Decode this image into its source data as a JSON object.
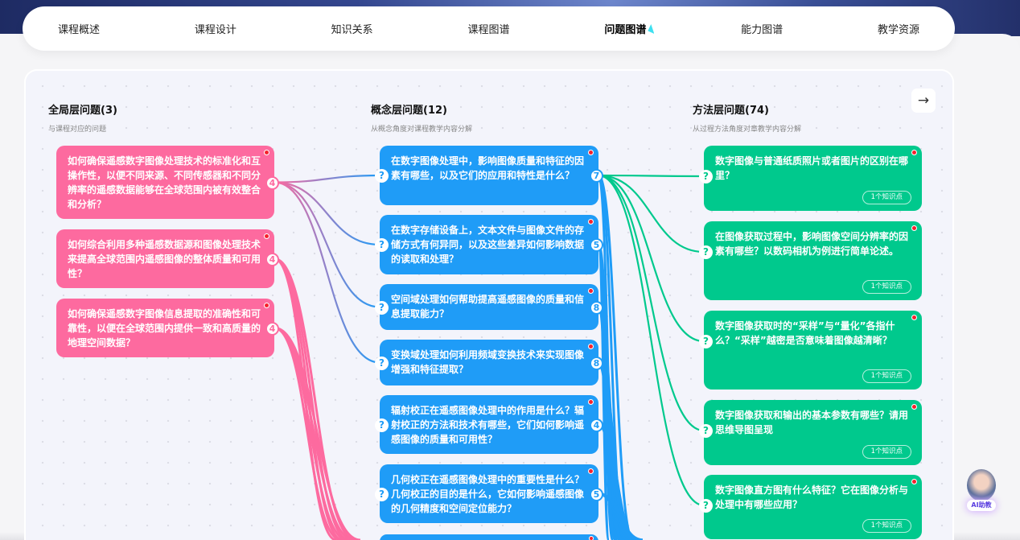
{
  "nav": {
    "items": [
      "课程概述",
      "课程设计",
      "知识关系",
      "课程图谱",
      "问题图谱",
      "能力图谱",
      "教学资源"
    ],
    "active": 4
  },
  "columns": [
    {
      "title": "全局层问题(3)",
      "subtitle": "与课程对应的问题"
    },
    {
      "title": "概念层问题(12)",
      "subtitle": "从概念角度对课程教学内容分解"
    },
    {
      "title": "方法层问题(74)",
      "subtitle": "从过程方法角度对章教学内容分解"
    }
  ],
  "global": [
    {
      "text": "如何确保遥感数字图像处理技术的标准化和互操作性，以便不同来源、不同传感器和不同分辨率的遥感数据能够在全球范围内被有效整合和分析？",
      "count": "4"
    },
    {
      "text": "如何综合利用多种遥感数据源和图像处理技术来提高全球范围内遥感图像的整体质量和可用性？",
      "count": "4"
    },
    {
      "text": "如何确保遥感数字图像信息提取的准确性和可靠性，以便在全球范围内提供一致和高质量的地理空间数据？",
      "count": "4"
    }
  ],
  "concept": [
    {
      "text": "在数字图像处理中，影响图像质量和特征的因素有哪些，以及它们的应用和特性是什么？",
      "count": "7"
    },
    {
      "text": "在数字存储设备上，文本文件与图像文件的存储方式有何异同，以及这些差异如何影响数据的读取和处理？",
      "count": "5"
    },
    {
      "text": "空间域处理如何帮助提高遥感图像的质量和信息提取能力？",
      "count": "8"
    },
    {
      "text": "变换域处理如何利用频域变换技术来实现图像增强和特征提取？",
      "count": "8"
    },
    {
      "text": "辐射校正在遥感图像处理中的作用是什么？辐射校正的方法和技术有哪些，它们如何影响遥感图像的质量和可用性？",
      "count": "4"
    },
    {
      "text": "几何校正在遥感图像处理中的重要性是什么？几何校正的目的是什么，它如何影响遥感图像的几何精度和空间定位能力？",
      "count": "5"
    }
  ],
  "method": [
    {
      "text": "数字图像与普通纸质照片或者图片的区别在哪里？",
      "kp": "1个知识点"
    },
    {
      "text": "在图像获取过程中，影响图像空间分辨率的因素有哪些？以数码相机为例进行简单论述。",
      "kp": "1个知识点"
    },
    {
      "text": "数字图像获取时的“采样”与“量化”各指什么？“采样”越密是否意味着图像越清晰？",
      "kp": "1个知识点"
    },
    {
      "text": "数字图像获取和输出的基本参数有哪些？请用思维导图呈现",
      "kp": "1个知识点"
    },
    {
      "text": "数字图像直方图有什么特征？它在图像分析与处理中有哪些应用？",
      "kp": "1个知识点"
    }
  ],
  "assistant": {
    "label": "AI助教"
  },
  "colors": {
    "global": "#fd6a9f",
    "concept": "#1f9cf7",
    "method": "#00c98d"
  }
}
